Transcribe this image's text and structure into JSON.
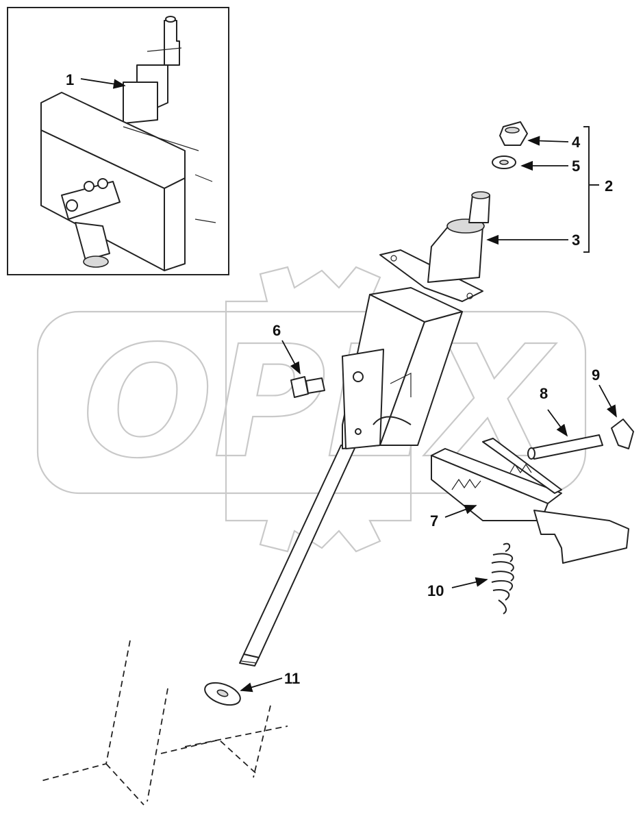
{
  "diagram": {
    "watermark": "OPEX",
    "callouts": [
      {
        "id": "1",
        "label": "1"
      },
      {
        "id": "2",
        "label": "2"
      },
      {
        "id": "3",
        "label": "3"
      },
      {
        "id": "4",
        "label": "4"
      },
      {
        "id": "5",
        "label": "5"
      },
      {
        "id": "6",
        "label": "6"
      },
      {
        "id": "7",
        "label": "7"
      },
      {
        "id": "8",
        "label": "8"
      },
      {
        "id": "9",
        "label": "9"
      },
      {
        "id": "10",
        "label": "10"
      },
      {
        "id": "11",
        "label": "11"
      }
    ]
  }
}
